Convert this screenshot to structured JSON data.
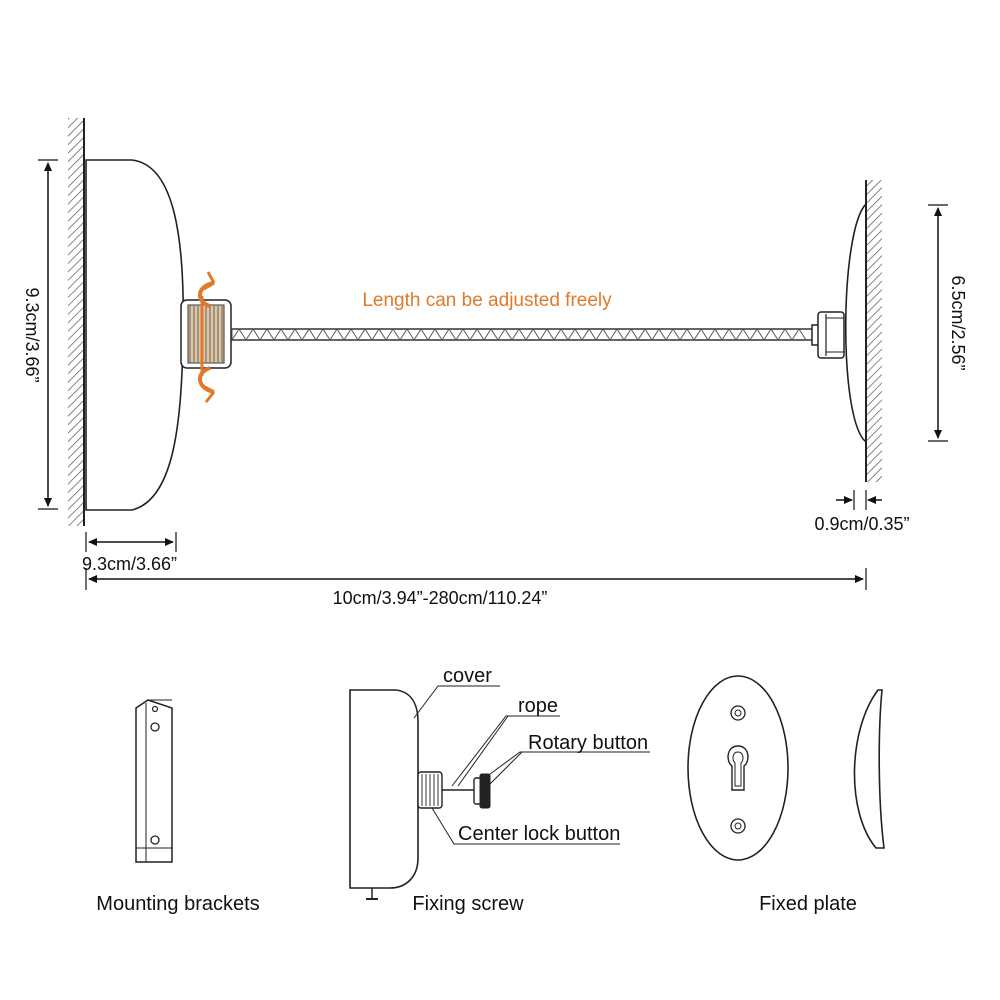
{
  "colors": {
    "accent": "#e07a2a",
    "line": "#222222",
    "hatch": "#555555"
  },
  "top_view": {
    "adjust_label": "Length can be adjusted freely",
    "dimensions": {
      "left_height": "9.3cm/3.66”",
      "left_depth": "9.3cm/3.66”",
      "total_length": "10cm/3.94”-280cm/110.24”",
      "right_height": "6.5cm/2.56”",
      "right_depth": "0.9cm/0.35”"
    }
  },
  "parts": {
    "main_unit_callouts": {
      "cover": "cover",
      "rope": "rope",
      "rotary_button": "Rotary button",
      "center_lock_button": "Center lock button"
    },
    "captions": {
      "mounting_brackets": "Mounting brackets",
      "fixing_screw": "Fixing screw",
      "fixed_plate": "Fixed plate"
    }
  }
}
